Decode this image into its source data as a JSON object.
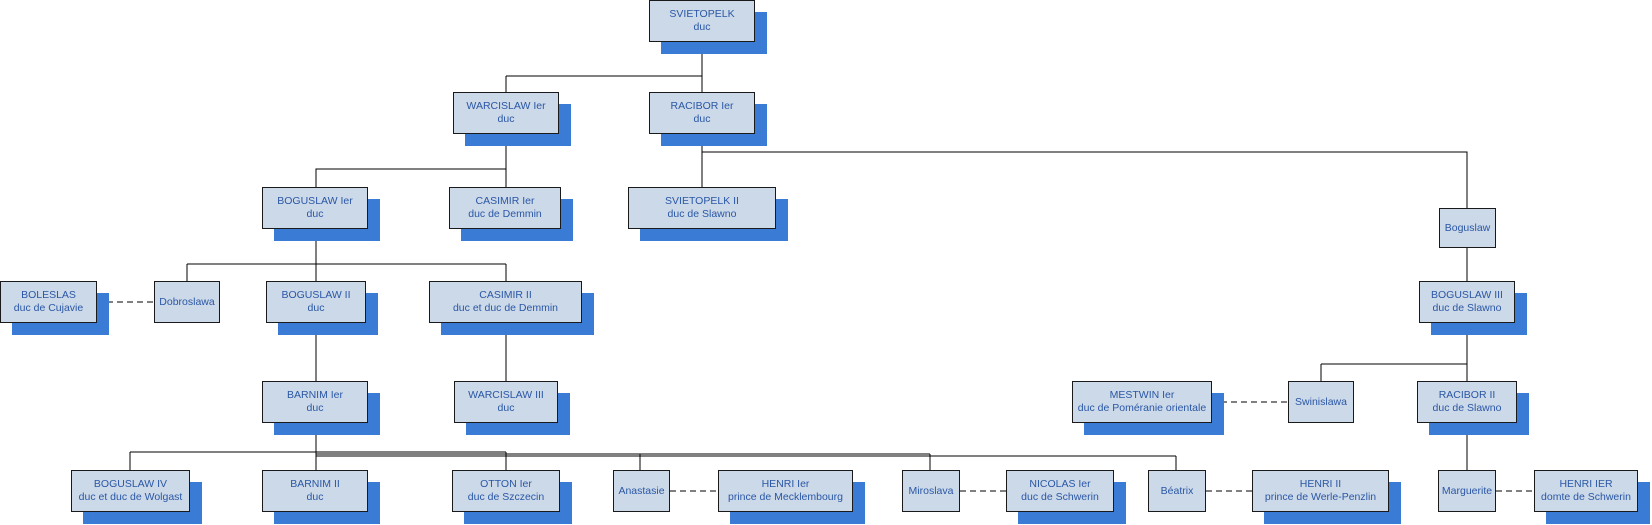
{
  "colors": {
    "box_fill": "#ccd9e8",
    "box_border": "#1a1a1a",
    "shadow": "#3a7bd5",
    "text": "#2a57a6",
    "line": "#000000"
  },
  "nodes": {
    "svietopelk": {
      "name": "SVIETOPELK",
      "title": "duc"
    },
    "warcislaw1": {
      "name": "WARCISLAW Ier",
      "title": "duc"
    },
    "racibor1": {
      "name": "RACIBOR Ier",
      "title": "duc"
    },
    "boguslaw1": {
      "name": "BOGUSLAW Ier",
      "title": "duc"
    },
    "casimir1": {
      "name": "CASIMIR Ier",
      "title": "duc de Demmin"
    },
    "svietopelk2": {
      "name": "SVIETOPELK II",
      "title": "duc de Slawno"
    },
    "boguslaw_r": {
      "name": "Boguslaw"
    },
    "boleslas": {
      "name": "BOLESLAS",
      "title": "duc de Cujavie"
    },
    "dobroslawa": {
      "name": "Dobroslawa"
    },
    "boguslaw2": {
      "name": "BOGUSLAW II",
      "title": "duc"
    },
    "casimir2": {
      "name": "CASIMIR II",
      "title": "duc et duc de Demmin"
    },
    "boguslaw3": {
      "name": "BOGUSLAW III",
      "title": "duc de Slawno"
    },
    "barnim1": {
      "name": "BARNIM Ier",
      "title": "duc"
    },
    "warcislaw3": {
      "name": "WARCISLAW III",
      "title": "duc"
    },
    "mestwin": {
      "name": "MESTWIN Ier",
      "title": "duc de Poméranie orientale"
    },
    "swinislawa": {
      "name": "Swinislawa"
    },
    "racibor2": {
      "name": "RACIBOR II",
      "title": "duc de Slawno"
    },
    "boguslaw4": {
      "name": "BOGUSLAW IV",
      "title": "duc et duc de Wolgast"
    },
    "barnim2": {
      "name": "BARNIM II",
      "title": "duc"
    },
    "otton1": {
      "name": "OTTON Ier",
      "title": "duc de Szczecin"
    },
    "anastasie": {
      "name": "Anastasie"
    },
    "henri1": {
      "name": "HENRI Ier",
      "title": "prince de Mecklembourg"
    },
    "miroslava": {
      "name": "Miroslava"
    },
    "nicolas1": {
      "name": "NICOLAS Ier",
      "title": "duc de Schwerin"
    },
    "beatrix": {
      "name": "Béatrix"
    },
    "henri2": {
      "name": "HENRI II",
      "title": "prince de Werle-Penzlin"
    },
    "marguerite": {
      "name": "Marguerite"
    },
    "henri_ier": {
      "name": "HENRI IER",
      "title": "domte de Schwerin"
    }
  }
}
